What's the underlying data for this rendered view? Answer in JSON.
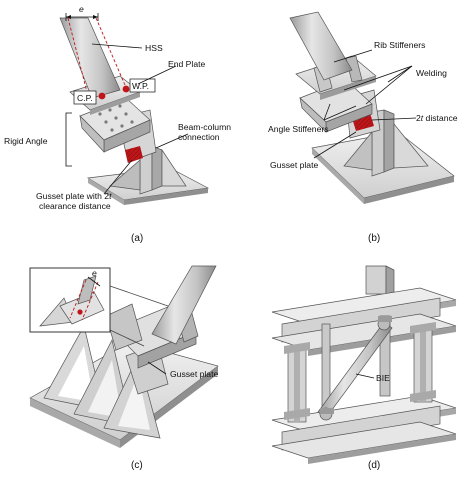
{
  "panels": {
    "a": {
      "caption": "(a)",
      "dim_label": "e",
      "labels": {
        "hss": "HSS",
        "end_plate": "End Plate",
        "cp": "C.P.",
        "wp": "W.P.",
        "rigid_angle": "Rigid Angle",
        "beam_col_1": "Beam-column",
        "beam_col_2": "connection",
        "gusset_1": "Gusset plate with 2",
        "gusset_t": "t",
        "gusset_2": "clearance distance"
      }
    },
    "b": {
      "caption": "(b)",
      "labels": {
        "rib": "Rib Stiffeners",
        "welding": "Welding",
        "angle_stiff": "Angle Stiffeners",
        "two_t": "2",
        "two_t_italic": "t",
        "two_t_rest": " distance",
        "gusset": "Gusset plate"
      }
    },
    "c": {
      "caption": "(c)",
      "dim_label": "e",
      "labels": {
        "gusset": "Gusset plate"
      }
    },
    "d": {
      "caption": "(d)",
      "labels": {
        "bie": "BIE"
      }
    }
  },
  "colors": {
    "steel_light": "#e9e9e9",
    "steel_mid": "#c9c9c9",
    "steel_dark": "#9a9a9a",
    "steel_shadow": "#7d7d7d",
    "red_marker": "#c0161a",
    "leader": "#111111"
  }
}
